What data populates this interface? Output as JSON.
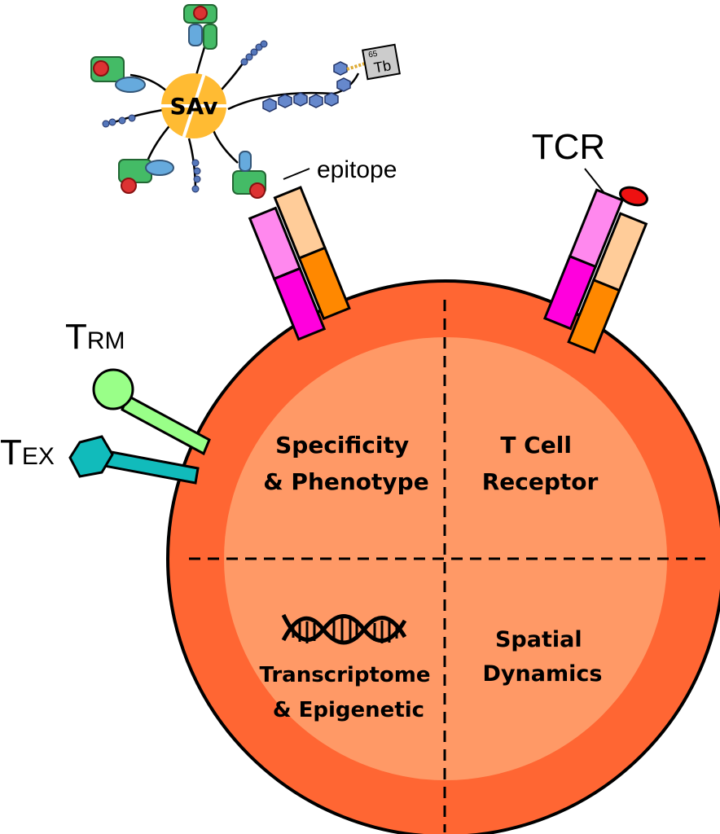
{
  "labels": {
    "epitope": "epitope",
    "tcr": "TCR",
    "trm_main": "T",
    "trm_sub": "RM",
    "tex_main": "T",
    "tex_sub": "EX",
    "sav": "SAv",
    "tb_number": "65",
    "tb_symbol": "Tb"
  },
  "quadrants": {
    "top_left": [
      "Specificity",
      "& Phenotype"
    ],
    "top_right": [
      "T Cell",
      "Receptor"
    ],
    "bottom_left": [
      "Transcriptome",
      "& Epigenetic"
    ],
    "bottom_right": [
      "Spatial",
      "Dynamics"
    ]
  },
  "colors": {
    "cell_outer": "#ff6633",
    "cell_inner": "#ff9966",
    "tcr_alpha_light": "#ff88ee",
    "tcr_alpha_dark": "#ff00dd",
    "tcr_beta_light": "#ffcc99",
    "tcr_beta_dark": "#ff8800",
    "trm_marker": "#99ff88",
    "tex_marker": "#11bbbb",
    "sav_core": "#ffbb33",
    "mhc_green": "#44bb66",
    "peptide_red": "#dd3333",
    "peptide_blue": "#5577bb"
  }
}
